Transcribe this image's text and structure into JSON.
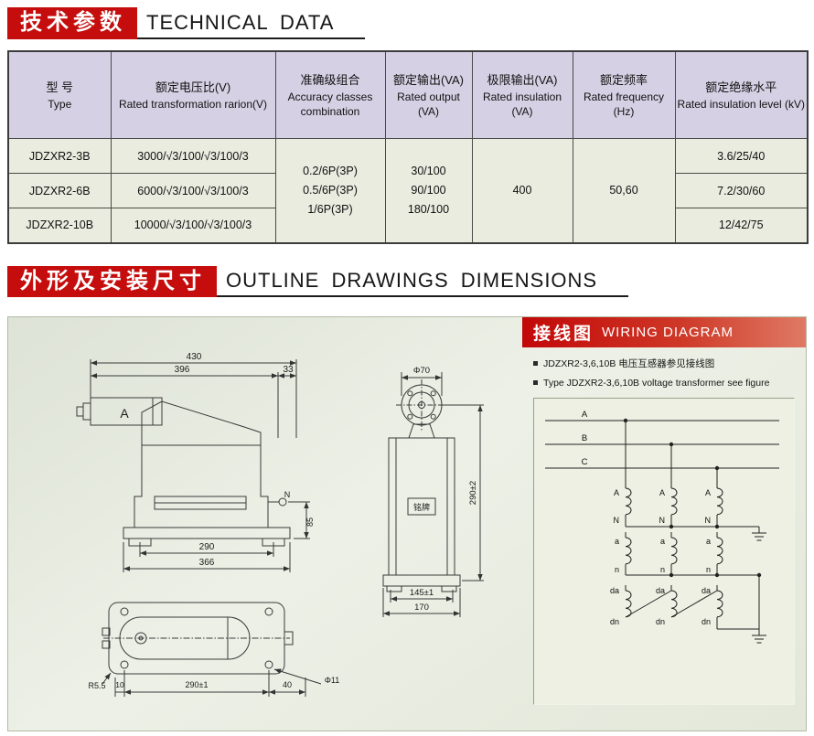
{
  "tech_section": {
    "badge": "技术参数",
    "title": "TECHNICAL DATA"
  },
  "outline_section": {
    "badge": "外形及安装尺寸",
    "title": "OUTLINE DRAWINGS DIMENSIONS"
  },
  "table": {
    "headers": {
      "type_cn": "型  号",
      "type_en": "Type",
      "ratio_cn": "额定电压比(V)",
      "ratio_en": "Rated transformation rarion(V)",
      "accuracy_cn": "准确级组合",
      "accuracy_en": "Accuracy classes combination",
      "output_cn": "额定输出(VA)",
      "output_en": "Rated output (VA)",
      "limit_cn": "极限输出(VA)",
      "limit_en": "Rated insulation (VA)",
      "freq_cn": "额定频率",
      "freq_en": "Rated frequency (Hz)",
      "level_cn": "额定绝缘水平",
      "level_en": "Rated insulation level (kV)"
    },
    "rows": [
      {
        "type": "JDZXR2-3B",
        "ratio": "3000/√3/100/√3/100/3",
        "level": "3.6/25/40"
      },
      {
        "type": "JDZXR2-6B",
        "ratio": "6000/√3/100/√3/100/3",
        "level": "7.2/30/60"
      },
      {
        "type": "JDZXR2-10B",
        "ratio": "10000/√3/100/√3/100/3",
        "level": "12/42/75"
      }
    ],
    "accuracy_lines": {
      "l1": "0.2/6P(3P)",
      "l2": "0.5/6P(3P)",
      "l3": "1/6P(3P)"
    },
    "output_lines": {
      "l1": "30/100",
      "l2": "90/100",
      "l3": "180/100"
    },
    "limit_output": "400",
    "frequency": "50,60"
  },
  "outline": {
    "front": {
      "dim_430": "430",
      "dim_396": "396",
      "dim_33": "33",
      "label_a": "A",
      "label_n": "N",
      "dim_85": "85",
      "dim_290": "290",
      "dim_366": "366"
    },
    "side": {
      "dim_d70": "Φ70",
      "nameplate": "铭牌",
      "dim_290": "290±2",
      "dim_145": "145±1",
      "dim_170": "170"
    },
    "bottom": {
      "dim_r": "R5.5",
      "dim_10": "10",
      "dim_290": "290±1",
      "dim_40": "40",
      "dim_d11": "Φ11"
    }
  },
  "wiring": {
    "badge": "接线图",
    "title": "WIRING DIAGRAM",
    "note1": "JDZXR2-3,6,10B 电压互感器参见接线图",
    "note2": "Type JDZXR2-3,6,10B  voltage transformer see figure",
    "phase_a": "A",
    "phase_b": "B",
    "phase_c": "C",
    "t_A": "A",
    "t_N": "N",
    "t_a": "a",
    "t_n": "n",
    "t_da": "da",
    "t_dn": "dn"
  }
}
